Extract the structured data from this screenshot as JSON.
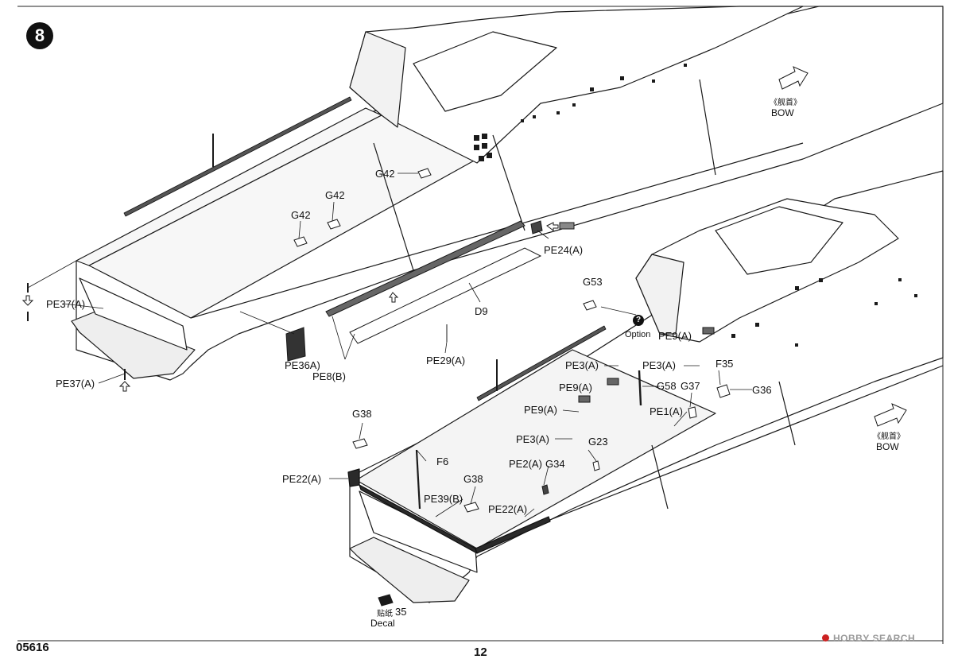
{
  "step": {
    "number": "8",
    "option_number": "?",
    "option_label": "Option"
  },
  "footer": {
    "kit_code": "05616",
    "page_number": "12"
  },
  "watermark": {
    "text": "HOBBY SEARCH"
  },
  "bow_markers": [
    {
      "chinese": "《舰首》",
      "english": "BOW"
    },
    {
      "chinese": "《舰首》",
      "english": "BOW"
    }
  ],
  "decal": {
    "chinese": "贴纸",
    "english": "Decal",
    "number": "35"
  },
  "top_hull": {
    "callouts": [
      "G42",
      "G42",
      "G42",
      "PE37(A)",
      "PE37(A)",
      "PE36A)",
      "PE8(B)",
      "PE29(A)",
      "D9",
      "PE24(A)"
    ]
  },
  "bottom_hull": {
    "callouts": [
      "G53",
      "PE9(A)",
      "PE3(A)",
      "PE3(A)",
      "F35",
      "G36",
      "G58",
      "G37",
      "PE9(A)",
      "PE9(A)",
      "PE1(A)",
      "PE3(A)",
      "G23",
      "PE2(A)",
      "G34",
      "G38",
      "G38",
      "PE22(A)",
      "PE22(A)",
      "F6",
      "PE39(B)"
    ]
  },
  "colors": {
    "line": "#1a1a1a",
    "hull_fill": "#ffffff",
    "deck_fill": "#f4f4f4",
    "dark_part": "#3a3a3a",
    "window": "#1a1a1a"
  }
}
